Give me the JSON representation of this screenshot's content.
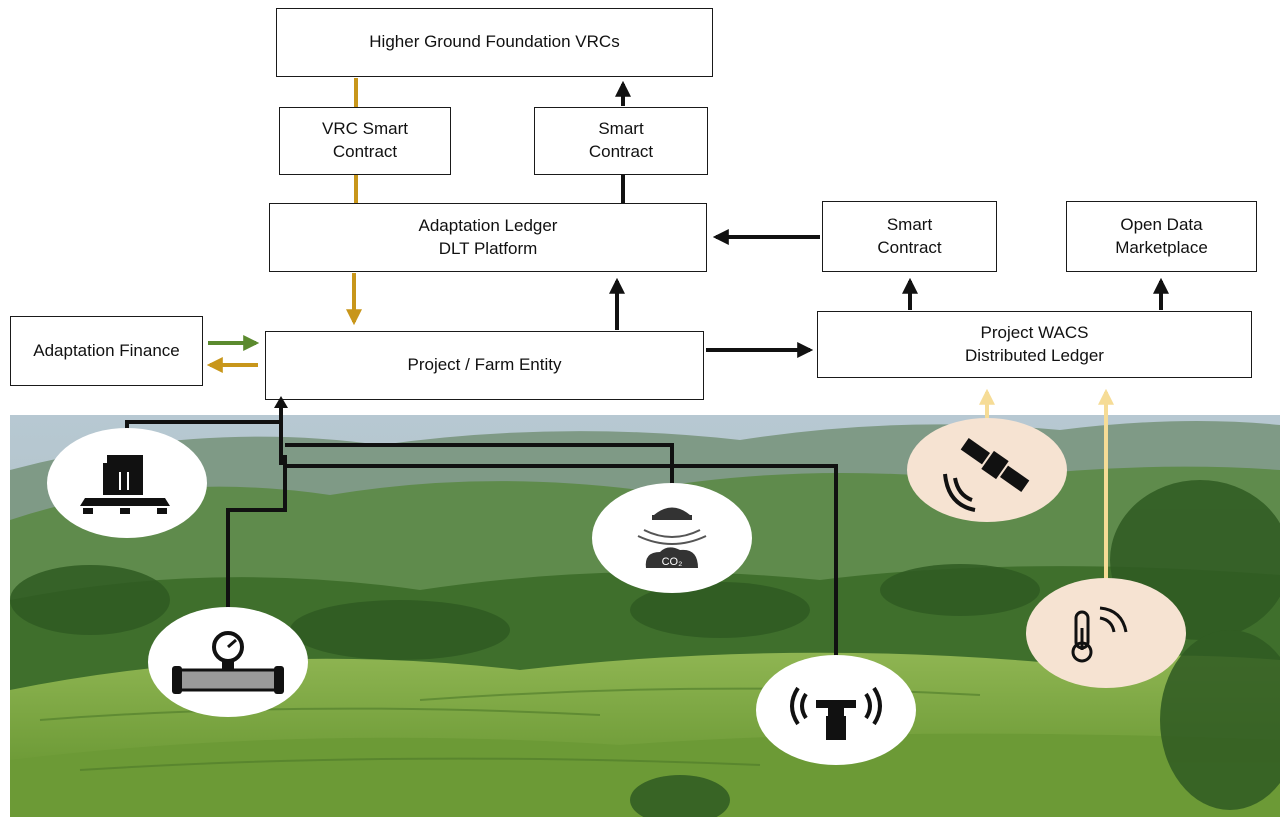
{
  "nodes": {
    "higher_ground": {
      "lines": [
        "Higher Ground Foundation VRCs"
      ]
    },
    "vrc_smart_contract": {
      "lines": [
        "VRC Smart",
        "Contract"
      ]
    },
    "smart_contract_top": {
      "lines": [
        "Smart",
        "Contract"
      ]
    },
    "adaptation_ledger": {
      "lines": [
        "Adaptation Ledger",
        "DLT Platform"
      ]
    },
    "smart_contract_right": {
      "lines": [
        "Smart",
        "Contract"
      ]
    },
    "open_data": {
      "lines": [
        "Open Data",
        "Marketplace"
      ]
    },
    "adaptation_finance": {
      "lines": [
        "Adaptation Finance"
      ]
    },
    "project_farm": {
      "lines": [
        "Project / Farm Entity"
      ]
    },
    "project_wacs": {
      "lines": [
        "Project WACS",
        "Distributed Ledger"
      ]
    }
  },
  "icons": [
    {
      "id": "pallet",
      "name": "pallet-boxes-icon"
    },
    {
      "id": "flowmeter",
      "name": "flow-meter-icon"
    },
    {
      "id": "co2",
      "name": "co2-sensor-icon"
    },
    {
      "id": "antenna",
      "name": "wireless-sensor-icon"
    },
    {
      "id": "satellite",
      "name": "satellite-icon"
    },
    {
      "id": "thermo",
      "name": "thermometer-signal-icon"
    }
  ],
  "colors": {
    "black_arrow": "#111111",
    "gold_arrow": "#c8961a",
    "green_arrow": "#5b8a2e",
    "pale_arrow": "#f6dc96",
    "icon_bg_white": "#ffffff",
    "icon_bg_peach": "#f6e3d2"
  }
}
